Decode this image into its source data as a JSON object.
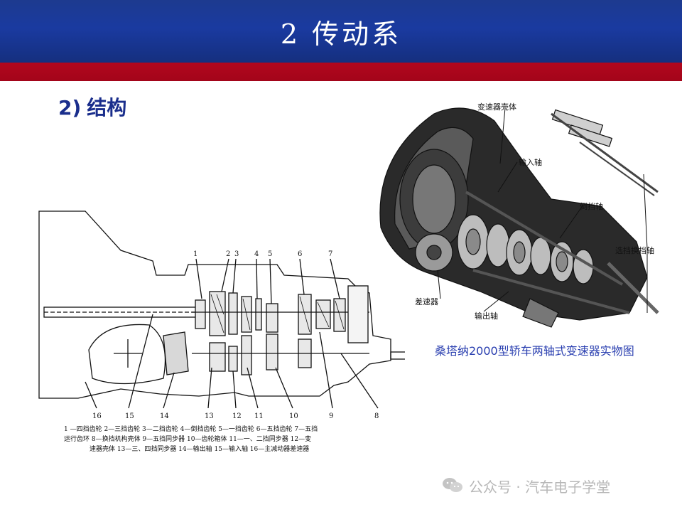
{
  "header": {
    "title": "2 传动系"
  },
  "section": {
    "number": "2)",
    "label": "结构"
  },
  "left_diagram": {
    "top_labels": [
      "1",
      "2",
      "3",
      "4",
      "5",
      "6",
      "7"
    ],
    "bottom_labels": [
      "16",
      "15",
      "14",
      "13",
      "12",
      "11",
      "10",
      "9",
      "8"
    ],
    "legend_lines": [
      "1 —四挡齿轮   2—三挡齿轮   3—二挡齿轮   4—倒挡齿轮   5—一挡齿轮   6—五挡齿轮   7—五挡",
      "运行齿环   8—换挡机构壳体   9—五挡同步器   10—齿轮箱体   11—一、二挡同步器   12—变",
      "速器壳体   13—三、四挡同步器   14—输出轴   15—输入轴   16—主减动器差速器"
    ]
  },
  "right_diagram": {
    "callouts": {
      "housing": "变速器壳体",
      "input_shaft": "输入轴",
      "reverse_shaft": "倒挡轴",
      "shift_shaft": "选挡换挡轴",
      "differential": "差速器",
      "output_shaft": "输出轴"
    },
    "caption": "桑塔纳2000型轿车两轴式变速器实物图"
  },
  "watermark": {
    "text": "公众号 · 汽车电子学堂",
    "icon": "wechat-icon"
  },
  "colors": {
    "header_blue": "#1a3aa0",
    "band_red": "#a3051a",
    "title_blue": "#1a2e8c",
    "caption_blue": "#2a3fb0"
  }
}
